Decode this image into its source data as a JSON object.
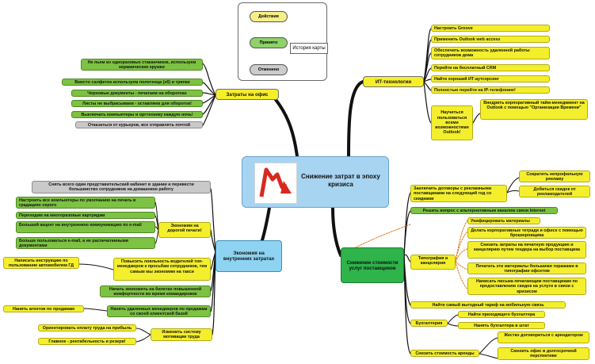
{
  "center": {
    "title": "Снижение затрат в эпоху кризиса"
  },
  "legend": {
    "title": "История карты",
    "actions": "Действия",
    "accepted": "Принято",
    "rejected": "Отменено"
  },
  "branches": {
    "office": {
      "title": "Затраты на офис",
      "items": [
        "Не пьем из одноразовых стаканчиков, используем керамические кружки",
        "Вместо салфеток используем полотенца (х6) и тряпки",
        "Черновые документы - печатаем на оборотках",
        "Листы не выбрасываем - оставляем для обороток!",
        "Выключать компьютеры и оргтехнику каждую ночь!",
        "Отказаться от курьеров, все отправлять почтой"
      ]
    },
    "it": {
      "title": "ИТ-технологии",
      "items": [
        "Настроить Groove",
        "Применить Outlook web access",
        "Обеспечить возможность удаленной работы сотрудников дома",
        "Перейти на бесплатный CRM",
        "Найти хороший ИТ-аутсорсинг",
        "Полностью перейти на IP-телефонию!"
      ],
      "learn": "Научиться пользоваться всеми возможностями Outlook!",
      "learn_sub": "Внедрить корпоративный тайм-менеджмент на Outlook с помощью \"Организации Времени\""
    },
    "internal": {
      "title": "Экономия на внутренних затратах",
      "top_item": "Снять всего один представительский кабинет в здании и перевести большинство сотрудников на домашнюю работу",
      "printing": {
        "title": "Экономим на дорогой печати!",
        "items": [
          "Настроить все компьютеры по умолчанию на печать в градациях серого",
          "Переходим на многоразовые картриджи",
          "Больший акцент на внутреннюю коммуникацию по e-mail",
          "Больше пользоваться e-mail, а не распечатанными документами"
        ]
      },
      "instruction": "Написать инструкцию по пользованию автомобилем ГД",
      "drivers": "Повысить лояльность водителей топ-менеджеров к просьбам сотрудников, тем самым мы экономим на такси",
      "tickets": "Начать экономить на билетах повышенной комфортности во время командировок",
      "agents_title": "Нанять агентов по продажам",
      "agents": "Нанять удаленных менеджеров по продажам со своей клиентской базой",
      "motivation": {
        "title": "Изменить систему мотивации труда",
        "items": [
          "Ориентировать оплату труда на прибыль",
          "Главное - рентабельность и резерв!"
        ]
      }
    },
    "suppliers": {
      "title": "Снижение стоимости услуг поставщиков",
      "ads": {
        "title": "Заключить договоры с рекламными поставщиками на следующий год со скидками",
        "items": [
          "Сократить непрофильную рекламу",
          "Добиться скидок от рекламодателей"
        ]
      },
      "internet": "Решить вопрос с альтернативным каналом связи Internet",
      "printing": {
        "title": "Типография и канцелярия",
        "items": [
          "Унифицировать материалы",
          "Делать корпоративные тетради и офисе с помощью брошюровщика",
          "Снизить затраты на печатную продукцию и канцелярию путем тендера на выбор поставщика",
          "Печатать эти материалы большими тиражами в типографии офсетом",
          "Написать письма печатающим поставщикам по предоставлению скидок на услуги в связи с кризисом"
        ]
      },
      "mobile": "Найти самый выгодный тариф на мобильную связь",
      "accounting": {
        "title": "Бухгалтерия",
        "items": [
          "Найти приходящего бухгалтера",
          "Нанять бухгалтера в штат"
        ]
      },
      "rent": {
        "title": "Снизить стоимость аренды",
        "items": [
          "Жестко договориться с арендатором",
          "Сменить офис в долгосрочной перспективе"
        ]
      }
    }
  }
}
